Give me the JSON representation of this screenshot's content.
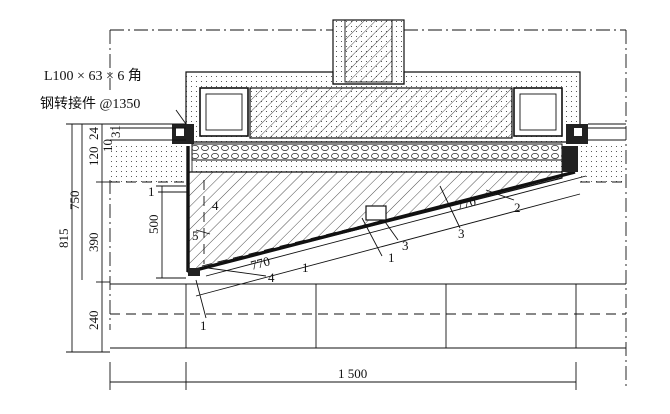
{
  "note": {
    "line1": "L100 × 63 × 6 角",
    "line2": "钢转接件 @1350"
  },
  "dimensions": {
    "left_outer": "815",
    "left_mid_upper": "750",
    "left_inner_120": "120",
    "left_inner_24": "24",
    "left_inner_10": "10",
    "left_inner_31": "31",
    "left_inner_390": "390",
    "left_inner_240": "240",
    "left_500": "500",
    "bottom_width": "1 500",
    "slope_upper": "770",
    "slope_lower": "770"
  },
  "callouts": {
    "c1a": "1",
    "c1b": "1",
    "c1c": "1",
    "c1d": "1",
    "c2": "2",
    "c3a": "3",
    "c3b": "3",
    "c4a": "4",
    "c4b": "4",
    "c5": "5"
  }
}
